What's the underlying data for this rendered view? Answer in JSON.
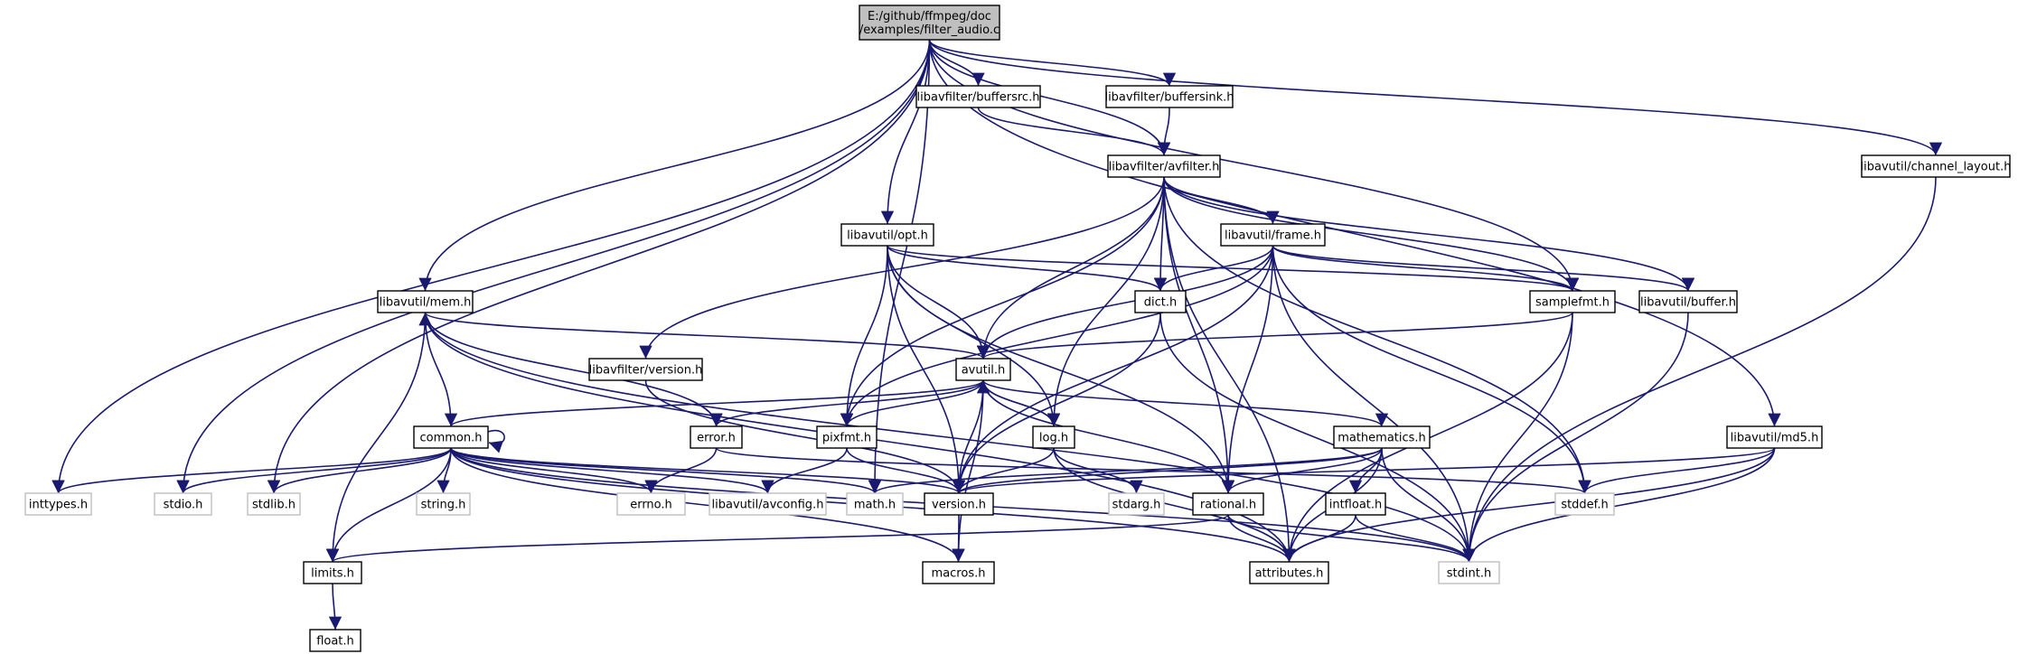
{
  "colors": {
    "edge": "#191970",
    "node_border": "#000000",
    "external_border": "#bfbfbf",
    "root_fill": "#bfbfbf",
    "node_fill": "#ffffff"
  },
  "nodes": [
    {
      "id": "root",
      "lines": [
        "E:/github/ffmpeg/doc",
        "/examples/filter_audio.c"
      ],
      "kind": "root"
    },
    {
      "id": "buffersrc",
      "lines": [
        "libavfilter/buffersrc.h"
      ],
      "kind": "internal"
    },
    {
      "id": "buffersink",
      "lines": [
        "libavfilter/buffersink.h"
      ],
      "kind": "internal"
    },
    {
      "id": "avfilter",
      "lines": [
        "libavfilter/avfilter.h"
      ],
      "kind": "internal"
    },
    {
      "id": "channel_layout",
      "lines": [
        "libavutil/channel_layout.h"
      ],
      "kind": "internal"
    },
    {
      "id": "opt",
      "lines": [
        "libavutil/opt.h"
      ],
      "kind": "internal"
    },
    {
      "id": "frame",
      "lines": [
        "libavutil/frame.h"
      ],
      "kind": "internal"
    },
    {
      "id": "mem",
      "lines": [
        "libavutil/mem.h"
      ],
      "kind": "internal"
    },
    {
      "id": "dict",
      "lines": [
        "dict.h"
      ],
      "kind": "internal"
    },
    {
      "id": "samplefmt",
      "lines": [
        "samplefmt.h"
      ],
      "kind": "internal"
    },
    {
      "id": "buffer",
      "lines": [
        "libavutil/buffer.h"
      ],
      "kind": "internal"
    },
    {
      "id": "lavf_version",
      "lines": [
        "libavfilter/version.h"
      ],
      "kind": "internal"
    },
    {
      "id": "avutil",
      "lines": [
        "avutil.h"
      ],
      "kind": "internal"
    },
    {
      "id": "common",
      "lines": [
        "common.h"
      ],
      "kind": "internal"
    },
    {
      "id": "error",
      "lines": [
        "error.h"
      ],
      "kind": "internal"
    },
    {
      "id": "pixfmt",
      "lines": [
        "pixfmt.h"
      ],
      "kind": "internal"
    },
    {
      "id": "log",
      "lines": [
        "log.h"
      ],
      "kind": "internal"
    },
    {
      "id": "mathematics",
      "lines": [
        "mathematics.h"
      ],
      "kind": "internal"
    },
    {
      "id": "md5",
      "lines": [
        "libavutil/md5.h"
      ],
      "kind": "internal"
    },
    {
      "id": "inttypes",
      "lines": [
        "inttypes.h"
      ],
      "kind": "external"
    },
    {
      "id": "stdio",
      "lines": [
        "stdio.h"
      ],
      "kind": "external"
    },
    {
      "id": "stdlib",
      "lines": [
        "stdlib.h"
      ],
      "kind": "external"
    },
    {
      "id": "string",
      "lines": [
        "string.h"
      ],
      "kind": "external"
    },
    {
      "id": "errno",
      "lines": [
        "errno.h"
      ],
      "kind": "external"
    },
    {
      "id": "avconfig",
      "lines": [
        "libavutil/avconfig.h"
      ],
      "kind": "external"
    },
    {
      "id": "math",
      "lines": [
        "math.h"
      ],
      "kind": "external"
    },
    {
      "id": "version",
      "lines": [
        "version.h"
      ],
      "kind": "internal"
    },
    {
      "id": "stdarg",
      "lines": [
        "stdarg.h"
      ],
      "kind": "external"
    },
    {
      "id": "rational",
      "lines": [
        "rational.h"
      ],
      "kind": "internal"
    },
    {
      "id": "intfloat",
      "lines": [
        "intfloat.h"
      ],
      "kind": "internal"
    },
    {
      "id": "stddef",
      "lines": [
        "stddef.h"
      ],
      "kind": "external"
    },
    {
      "id": "limits",
      "lines": [
        "limits.h"
      ],
      "kind": "internal"
    },
    {
      "id": "macros",
      "lines": [
        "macros.h"
      ],
      "kind": "internal"
    },
    {
      "id": "attributes",
      "lines": [
        "attributes.h"
      ],
      "kind": "internal"
    },
    {
      "id": "stdint",
      "lines": [
        "stdint.h"
      ],
      "kind": "external"
    },
    {
      "id": "float",
      "lines": [
        "float.h"
      ],
      "kind": "internal"
    }
  ],
  "edges": [
    [
      "root",
      "buffersrc"
    ],
    [
      "root",
      "buffersink"
    ],
    [
      "root",
      "avfilter"
    ],
    [
      "root",
      "channel_layout"
    ],
    [
      "root",
      "opt"
    ],
    [
      "root",
      "mem"
    ],
    [
      "root",
      "samplefmt"
    ],
    [
      "root",
      "md5"
    ],
    [
      "root",
      "inttypes"
    ],
    [
      "root",
      "stdio"
    ],
    [
      "root",
      "stdlib"
    ],
    [
      "root",
      "math"
    ],
    [
      "buffersrc",
      "avfilter"
    ],
    [
      "buffersink",
      "avfilter"
    ],
    [
      "avfilter",
      "lavf_version"
    ],
    [
      "avfilter",
      "avutil"
    ],
    [
      "avfilter",
      "frame"
    ],
    [
      "avfilter",
      "dict"
    ],
    [
      "avfilter",
      "samplefmt"
    ],
    [
      "avfilter",
      "buffer"
    ],
    [
      "avfilter",
      "pixfmt"
    ],
    [
      "avfilter",
      "log"
    ],
    [
      "avfilter",
      "rational"
    ],
    [
      "avfilter",
      "attributes"
    ],
    [
      "avfilter",
      "stddef"
    ],
    [
      "channel_layout",
      "stdint"
    ],
    [
      "opt",
      "avutil"
    ],
    [
      "opt",
      "dict"
    ],
    [
      "opt",
      "log"
    ],
    [
      "opt",
      "pixfmt"
    ],
    [
      "opt",
      "rational"
    ],
    [
      "opt",
      "samplefmt"
    ],
    [
      "opt",
      "version"
    ],
    [
      "frame",
      "avutil"
    ],
    [
      "frame",
      "buffer"
    ],
    [
      "frame",
      "dict"
    ],
    [
      "frame",
      "rational"
    ],
    [
      "frame",
      "samplefmt"
    ],
    [
      "frame",
      "pixfmt"
    ],
    [
      "frame",
      "version"
    ],
    [
      "frame",
      "stdint"
    ],
    [
      "frame",
      "stddef"
    ],
    [
      "mem",
      "avutil"
    ],
    [
      "mem",
      "error"
    ],
    [
      "mem",
      "limits"
    ],
    [
      "mem",
      "attributes"
    ],
    [
      "mem",
      "stdint"
    ],
    [
      "dict",
      "stdint"
    ],
    [
      "dict",
      "version"
    ],
    [
      "samplefmt",
      "avutil"
    ],
    [
      "samplefmt",
      "attributes"
    ],
    [
      "samplefmt",
      "stdint"
    ],
    [
      "buffer",
      "stdint"
    ],
    [
      "lavf_version",
      "version"
    ],
    [
      "avutil",
      "common"
    ],
    [
      "avutil",
      "error"
    ],
    [
      "avutil",
      "pixfmt"
    ],
    [
      "avutil",
      "log"
    ],
    [
      "avutil",
      "mathematics"
    ],
    [
      "avutil",
      "rational"
    ],
    [
      "avutil",
      "version"
    ],
    [
      "avutil",
      "macros"
    ],
    [
      "common",
      "common"
    ],
    [
      "common",
      "mem"
    ],
    [
      "common",
      "inttypes"
    ],
    [
      "common",
      "stdio"
    ],
    [
      "common",
      "stdlib"
    ],
    [
      "common",
      "string"
    ],
    [
      "common",
      "errno"
    ],
    [
      "common",
      "avconfig"
    ],
    [
      "common",
      "math"
    ],
    [
      "common",
      "limits"
    ],
    [
      "common",
      "version"
    ],
    [
      "common",
      "macros"
    ],
    [
      "common",
      "attributes"
    ],
    [
      "common",
      "stdint"
    ],
    [
      "error",
      "errno"
    ],
    [
      "error",
      "stddef"
    ],
    [
      "pixfmt",
      "avconfig"
    ],
    [
      "pixfmt",
      "version"
    ],
    [
      "log",
      "avutil"
    ],
    [
      "log",
      "version"
    ],
    [
      "log",
      "stdarg"
    ],
    [
      "log",
      "attributes"
    ],
    [
      "mathematics",
      "version"
    ],
    [
      "mathematics",
      "intfloat"
    ],
    [
      "mathematics",
      "rational"
    ],
    [
      "mathematics",
      "attributes"
    ],
    [
      "mathematics",
      "stdint"
    ],
    [
      "mathematics",
      "math"
    ],
    [
      "md5",
      "version"
    ],
    [
      "md5",
      "attributes"
    ],
    [
      "md5",
      "stdint"
    ],
    [
      "md5",
      "stddef"
    ],
    [
      "version",
      "macros"
    ],
    [
      "rational",
      "attributes"
    ],
    [
      "rational",
      "limits"
    ],
    [
      "rational",
      "stdint"
    ],
    [
      "intfloat",
      "attributes"
    ],
    [
      "intfloat",
      "stdint"
    ],
    [
      "limits",
      "float"
    ]
  ]
}
